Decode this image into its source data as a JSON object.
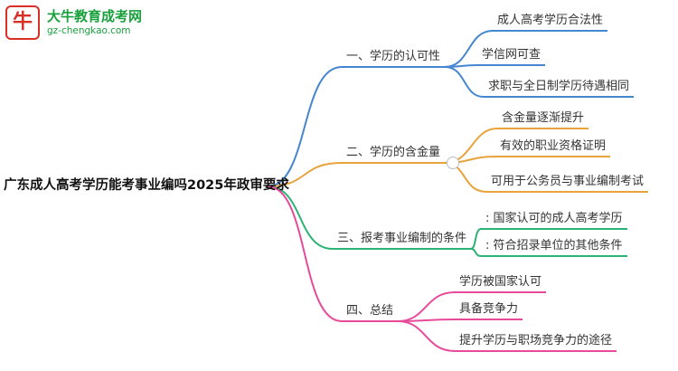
{
  "site": {
    "logo": {
      "icon": "bull-icon",
      "icon_glyph": "牛",
      "name": "大牛教育成考网",
      "domain": "gz-chengkao.com",
      "brand_green": "#18a03c",
      "brand_red": "#d93025"
    }
  },
  "mindmap": {
    "root": "广东成人高考学历能考事业编吗2025年政审要求",
    "branches": [
      {
        "label": "一、学历的认可性",
        "color": "#4486d0",
        "children": [
          "成人高考学历合法性",
          "学信网可查",
          "求职与全日制学历待遇相同"
        ]
      },
      {
        "label": "二、学历的含金量",
        "color": "#e8a33d",
        "children": [
          "含金量逐渐提升",
          "有效的职业资格证明",
          "可用于公务员与事业编制考试"
        ]
      },
      {
        "label": "三、报考事业编制的条件",
        "color": "#2bb275",
        "children": [
          ": 国家认可的成人高考学历",
          ": 符合招录单位的其他条件"
        ]
      },
      {
        "label": "四、总结",
        "color": "#e84a9a",
        "children": [
          "学历被国家认可",
          "具备竞争力",
          "提升学历与职场竞争力的途径"
        ]
      }
    ]
  }
}
